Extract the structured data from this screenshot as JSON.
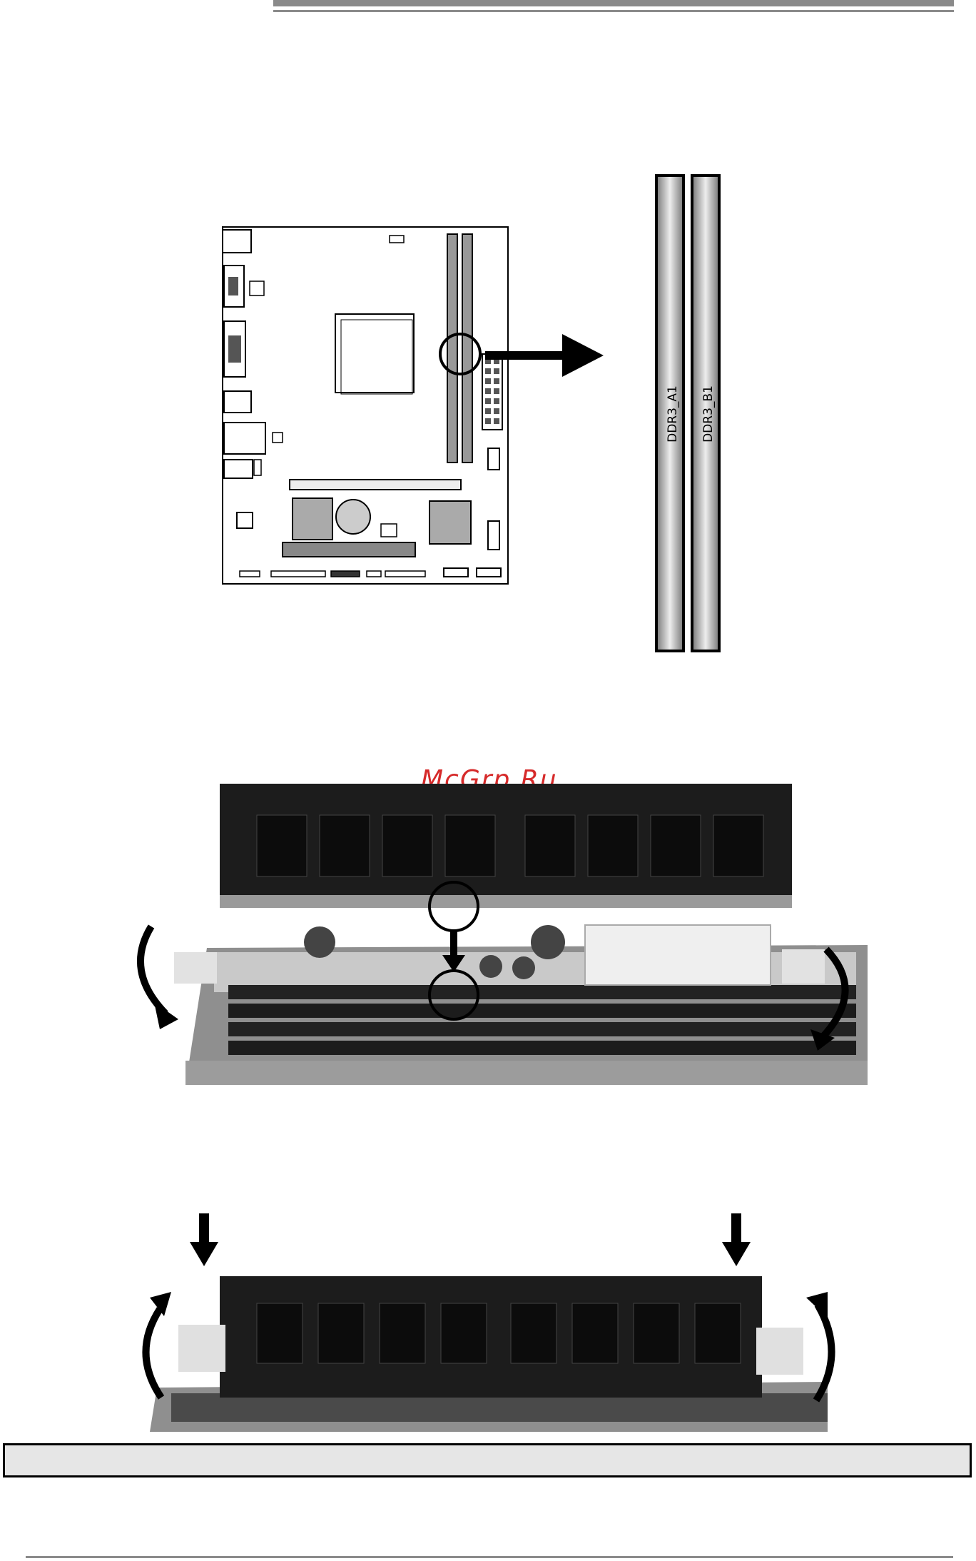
{
  "slots": {
    "slot_a": "DDR3_A1",
    "slot_b": "DDR3_B1"
  },
  "watermark": "McGrp.Ru",
  "note": ""
}
